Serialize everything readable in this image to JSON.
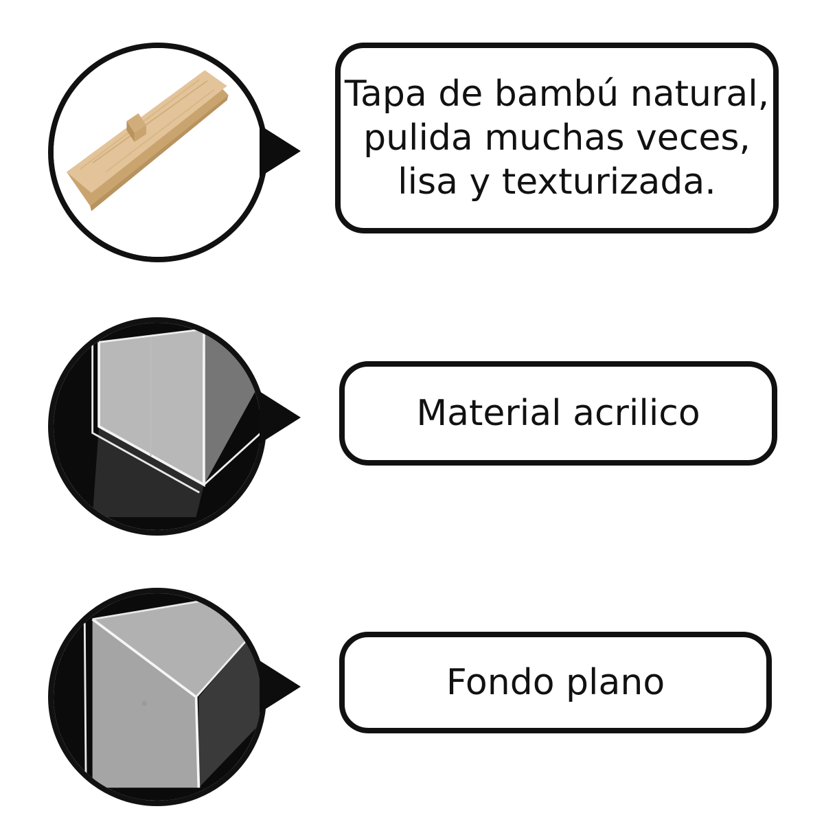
{
  "features": [
    {
      "image_icon": "bamboo-lid-image",
      "text_lines": [
        "Tapa de bambú natural,",
        "pulida muchas veces,",
        "lisa y texturizada."
      ]
    },
    {
      "image_icon": "acrylic-box-image",
      "text_lines": [
        "Material acrilico"
      ]
    },
    {
      "image_icon": "flat-bottom-image",
      "text_lines": [
        "Fondo plano"
      ]
    }
  ],
  "colors": {
    "outline": "#111111",
    "bamboo": "#e3c49a",
    "acrylic_bg": "#0b0b0b"
  }
}
